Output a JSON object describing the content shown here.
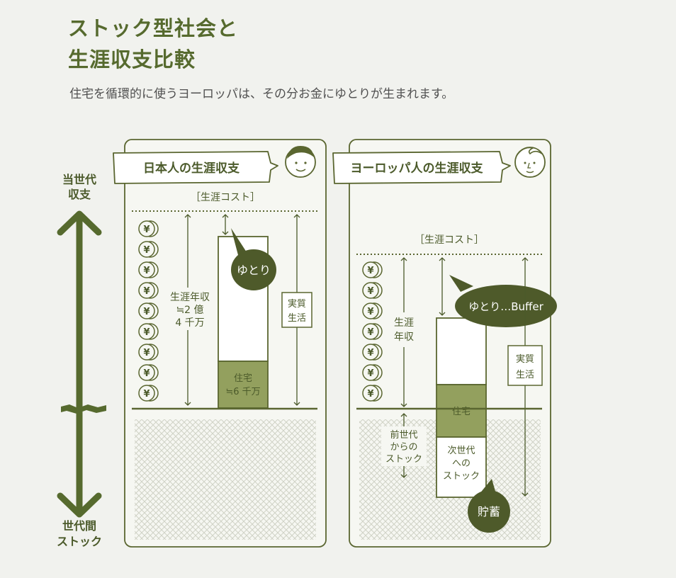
{
  "title": {
    "line1": "ストック型社会と",
    "line2": "生涯収支比較"
  },
  "subtitle": "住宅を循環的に使うヨーロッパは、その分お金にゆとりが生まれます。",
  "axis": {
    "top_line1": "当世代",
    "top_line2": "収支",
    "bottom_line1": "世代間",
    "bottom_line2": "ストック"
  },
  "japan": {
    "heading": "日本人の生涯収支",
    "cost_label": "［生涯コスト］",
    "income_line1": "生涯年収",
    "income_line2": "≒2 億",
    "income_line3": "4 千万",
    "yutori": "ゆとり",
    "jitsu_line1": "実質",
    "jitsu_line2": "生活",
    "house_line1": "住宅",
    "house_line2": "≒6 千万",
    "yen_symbol": "¥"
  },
  "europe": {
    "heading": "ヨーロッパ人の生涯収支",
    "cost_label": "［生涯コスト］",
    "income_line1": "生涯",
    "income_line2": "年収",
    "yutori": "ゆとり…Buffer",
    "jitsu_line1": "実質",
    "jitsu_line2": "生活",
    "house": "住宅",
    "prev_line1": "前世代",
    "prev_line2": "からの",
    "prev_line3": "ストック",
    "next_line1": "次世代",
    "next_line2": "への",
    "next_line3": "ストック",
    "savings": "貯蓄",
    "yen_symbol": "¥"
  }
}
